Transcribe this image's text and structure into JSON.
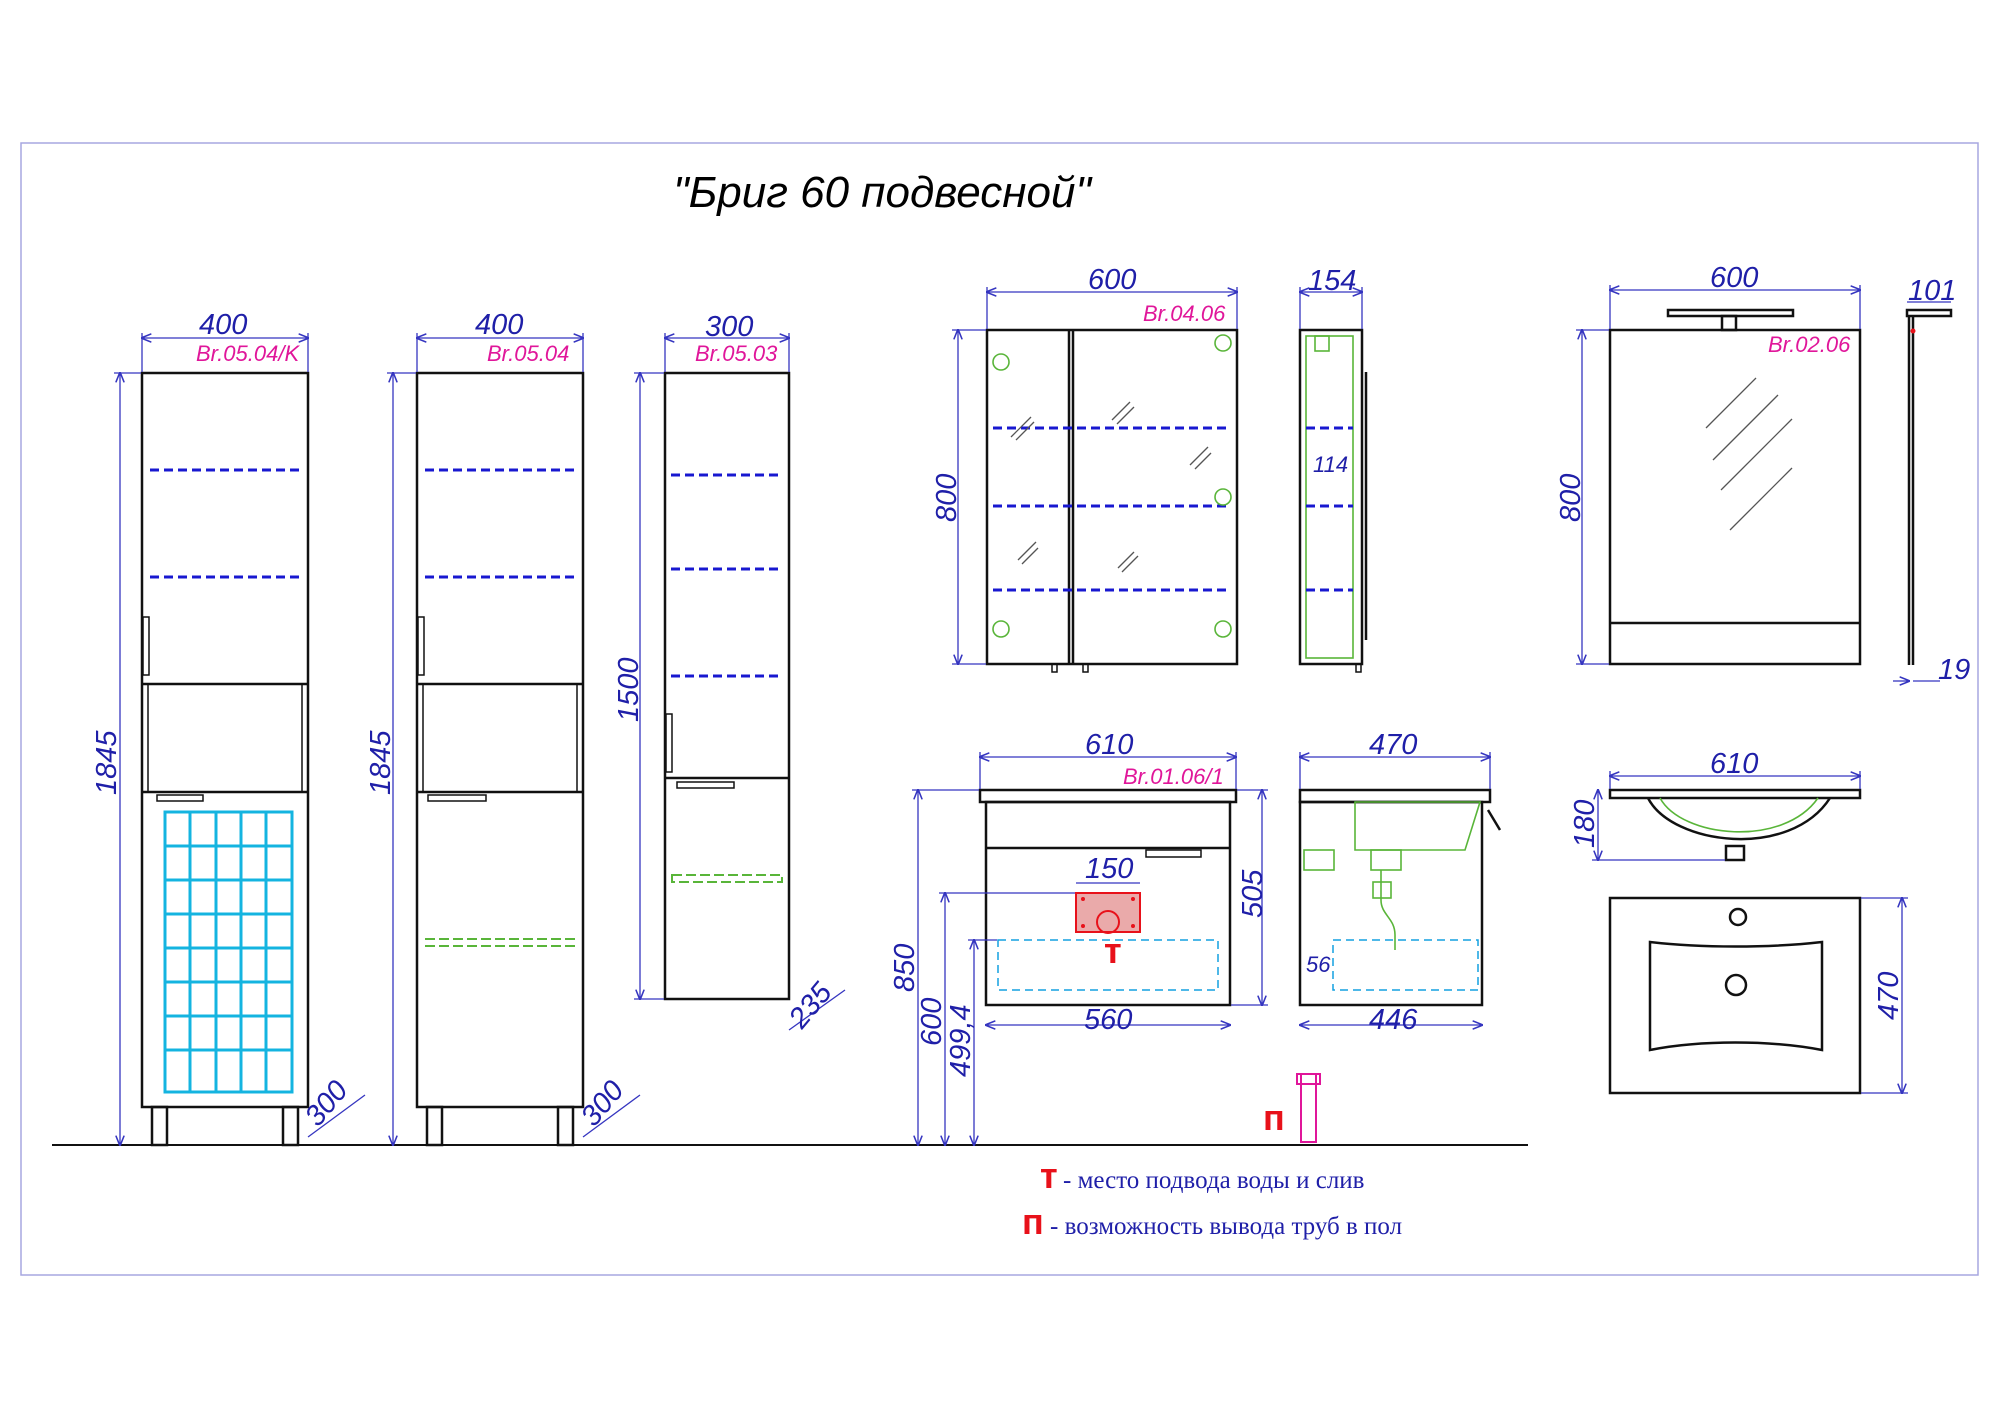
{
  "title": "\"Бриг 60 подвесной\"",
  "units": [
    {
      "code": "Br.05.04/K",
      "width": "400",
      "height": "1845",
      "depth": "300"
    },
    {
      "code": "Br.05.04",
      "width": "400",
      "height": "1845",
      "depth": "300"
    },
    {
      "code": "Br.05.03",
      "width": "300",
      "height": "1500",
      "depth": "235"
    },
    {
      "code": "Br.04.06",
      "width": "600",
      "height": "800",
      "depth": "154",
      "inner_depth": "114"
    },
    {
      "code": "Br.02.06",
      "width": "600",
      "height": "800",
      "depth": "101",
      "panel": "19"
    },
    {
      "code": "Br.01.06/1",
      "width": "610",
      "height": "505",
      "depth": "470",
      "inner_width": "560",
      "inner_depth": "446",
      "supply_width": "150",
      "supply_offset": "56",
      "mount_height": "850",
      "height_600": "600",
      "height_499": "499,4"
    },
    {
      "code": "",
      "width": "610",
      "height": "180",
      "depth": "470"
    }
  ],
  "legend": {
    "t_symbol": "т",
    "t_text": "- место подвода воды и слив",
    "p_symbol": "п",
    "p_text": "- возможность вывода труб в пол"
  },
  "colors": {
    "dimension": "#1f1fa8",
    "code": "#e0169a",
    "supply": "#e8111a",
    "shelf": "#1818d0"
  }
}
